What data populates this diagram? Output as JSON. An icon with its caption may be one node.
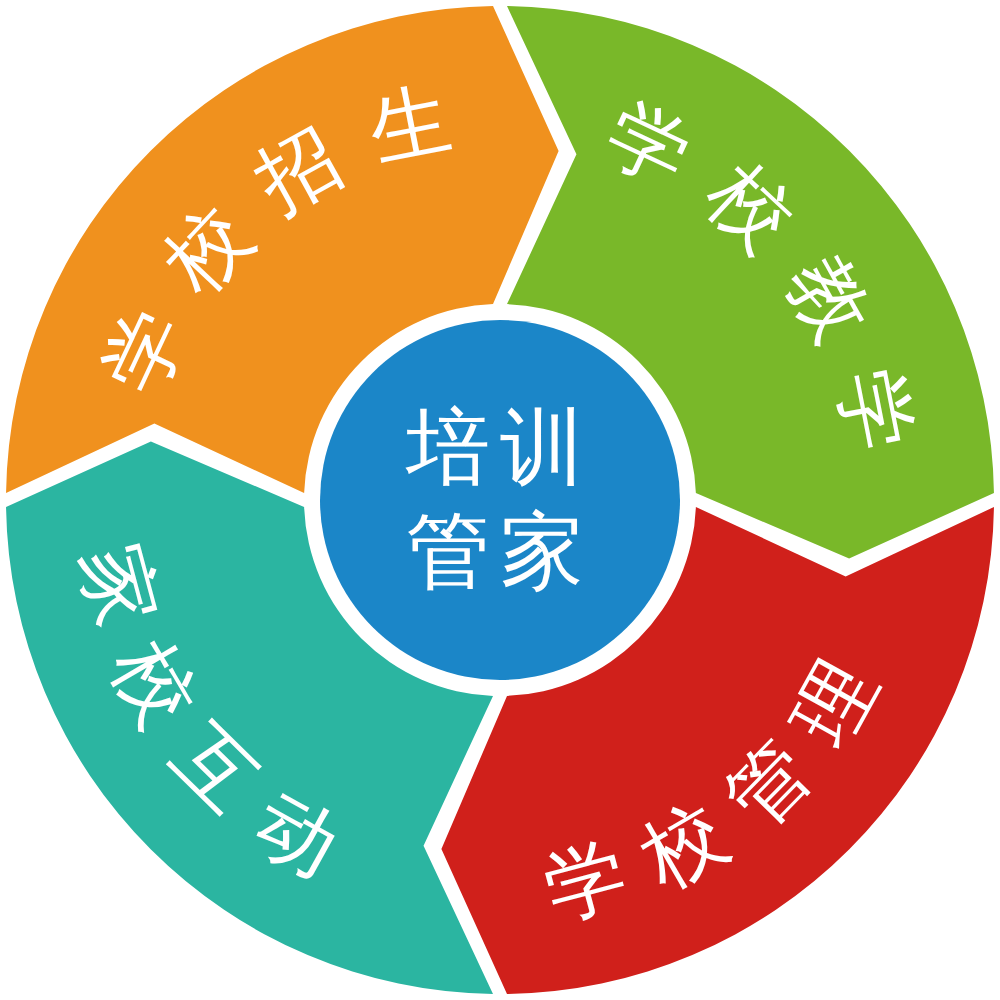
{
  "diagram": {
    "nodes": [
      {
        "text": [
          "学校招生"
        ]
      },
      {
        "text": [
          "学校教学"
        ]
      },
      {
        "text": [
          "培训管家"
        ]
      },
      {
        "text": [
          "家校互动"
        ]
      },
      {
        "text": [
          "学校管理"
        ]
      }
    ]
  }
}
